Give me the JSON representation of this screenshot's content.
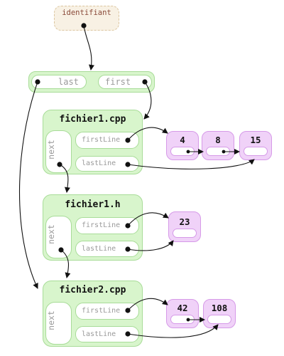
{
  "identifier": {
    "label": "identifiant"
  },
  "list_header": {
    "last_label": "last",
    "first_label": "first"
  },
  "files": [
    {
      "name": "fichier1.cpp",
      "next_label": "next",
      "first_line_label": "firstLine",
      "last_line_label": "lastLine",
      "values": [
        "4",
        "8",
        "15"
      ]
    },
    {
      "name": "fichier1.h",
      "next_label": "next",
      "first_line_label": "firstLine",
      "last_line_label": "lastLine",
      "values": [
        "23"
      ]
    },
    {
      "name": "fichier2.cpp",
      "next_label": "next",
      "first_line_label": "firstLine",
      "last_line_label": "lastLine",
      "values": [
        "42",
        "108"
      ]
    }
  ]
}
